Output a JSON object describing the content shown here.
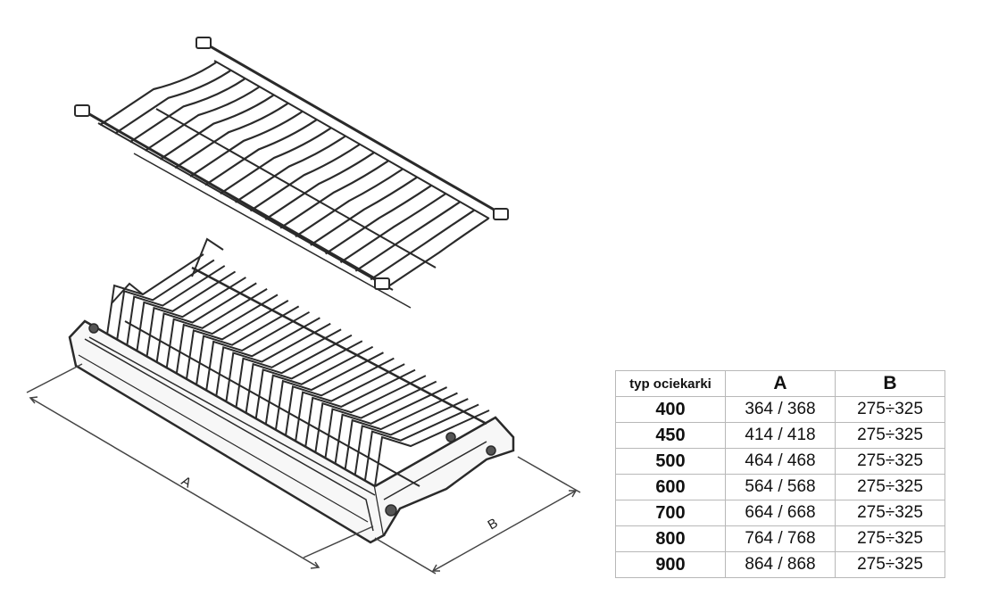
{
  "drawing": {
    "dimension_a_label": "A",
    "dimension_b_label": "B"
  },
  "table": {
    "headers": [
      "typ ociekarki",
      "A",
      "B"
    ],
    "rows": [
      [
        "400",
        "364 / 368",
        "275÷325"
      ],
      [
        "450",
        "414 / 418",
        "275÷325"
      ],
      [
        "500",
        "464 / 468",
        "275÷325"
      ],
      [
        "600",
        "564 / 568",
        "275÷325"
      ],
      [
        "700",
        "664 / 668",
        "275÷325"
      ],
      [
        "800",
        "764 / 768",
        "275÷325"
      ],
      [
        "900",
        "864 / 868",
        "275÷325"
      ]
    ]
  }
}
